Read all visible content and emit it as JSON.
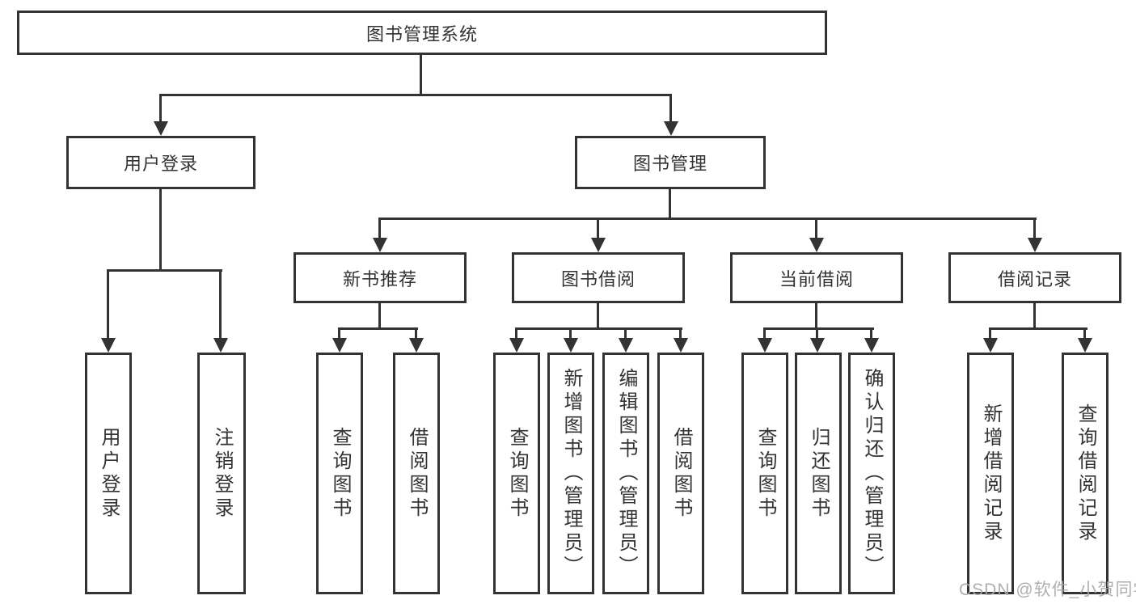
{
  "diagram": {
    "type": "tree",
    "title": "图书管理系统",
    "root": {
      "label": "图书管理系统",
      "children": [
        {
          "label": "用户登录",
          "children": [
            {
              "label": "用户登录"
            },
            {
              "label": "注销登录"
            }
          ]
        },
        {
          "label": "图书管理",
          "children": [
            {
              "label": "新书推荐",
              "children": [
                {
                  "label": "查询图书"
                },
                {
                  "label": "借阅图书"
                }
              ]
            },
            {
              "label": "图书借阅",
              "children": [
                {
                  "label": "查询图书"
                },
                {
                  "label": "新增图书（管理员）"
                },
                {
                  "label": "编辑图书（管理员）"
                },
                {
                  "label": "借阅图书"
                }
              ]
            },
            {
              "label": "当前借阅",
              "children": [
                {
                  "label": "查询图书"
                },
                {
                  "label": "归还图书"
                },
                {
                  "label": "确认归还（管理员）"
                }
              ]
            },
            {
              "label": "借阅记录",
              "children": [
                {
                  "label": "新增借阅记录"
                },
                {
                  "label": "查询借阅记录"
                }
              ]
            }
          ]
        }
      ]
    },
    "colors": {
      "line": "#333333",
      "text": "#333333",
      "background": "#ffffff",
      "watermark": "#a8a8a8"
    }
  },
  "watermark": {
    "text": "CSDN @软件_小贺同学"
  }
}
